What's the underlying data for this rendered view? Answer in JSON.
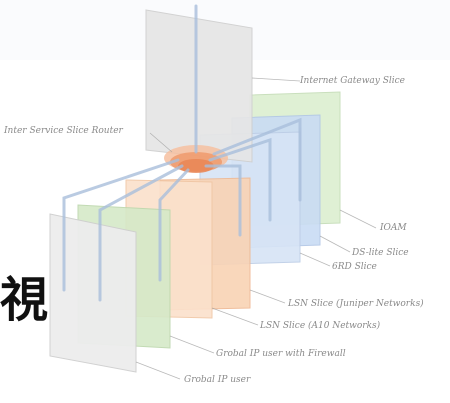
{
  "labels": {
    "internet_gateway": "Internet Gateway Slice",
    "inter_service_router": "Inter Service Slice Router",
    "ioam": "IOAM",
    "dslite": "DS-lite Slice",
    "srd": "6RD Slice",
    "lsn_juniper": "LSN Slice (Juniper Networks)",
    "lsn_a10": "LSN Slice (A10 Networks)",
    "global_firewall": "Grobal IP user with Firewall",
    "global_user": "Grobal IP user"
  },
  "overlay_char": "視",
  "colors": {
    "gateway": "#e6e6e6",
    "ioam": "#dcefd0",
    "dslite": "#c9dcf4",
    "srd": "#d7e4f6",
    "lsn_juniper": "#f9d3b4",
    "lsn_a10": "#fbe1cc",
    "firewall": "#d5e9c8",
    "user": "#ededed",
    "router": "#ee9a6c",
    "arrow": "#a9bfdc"
  }
}
